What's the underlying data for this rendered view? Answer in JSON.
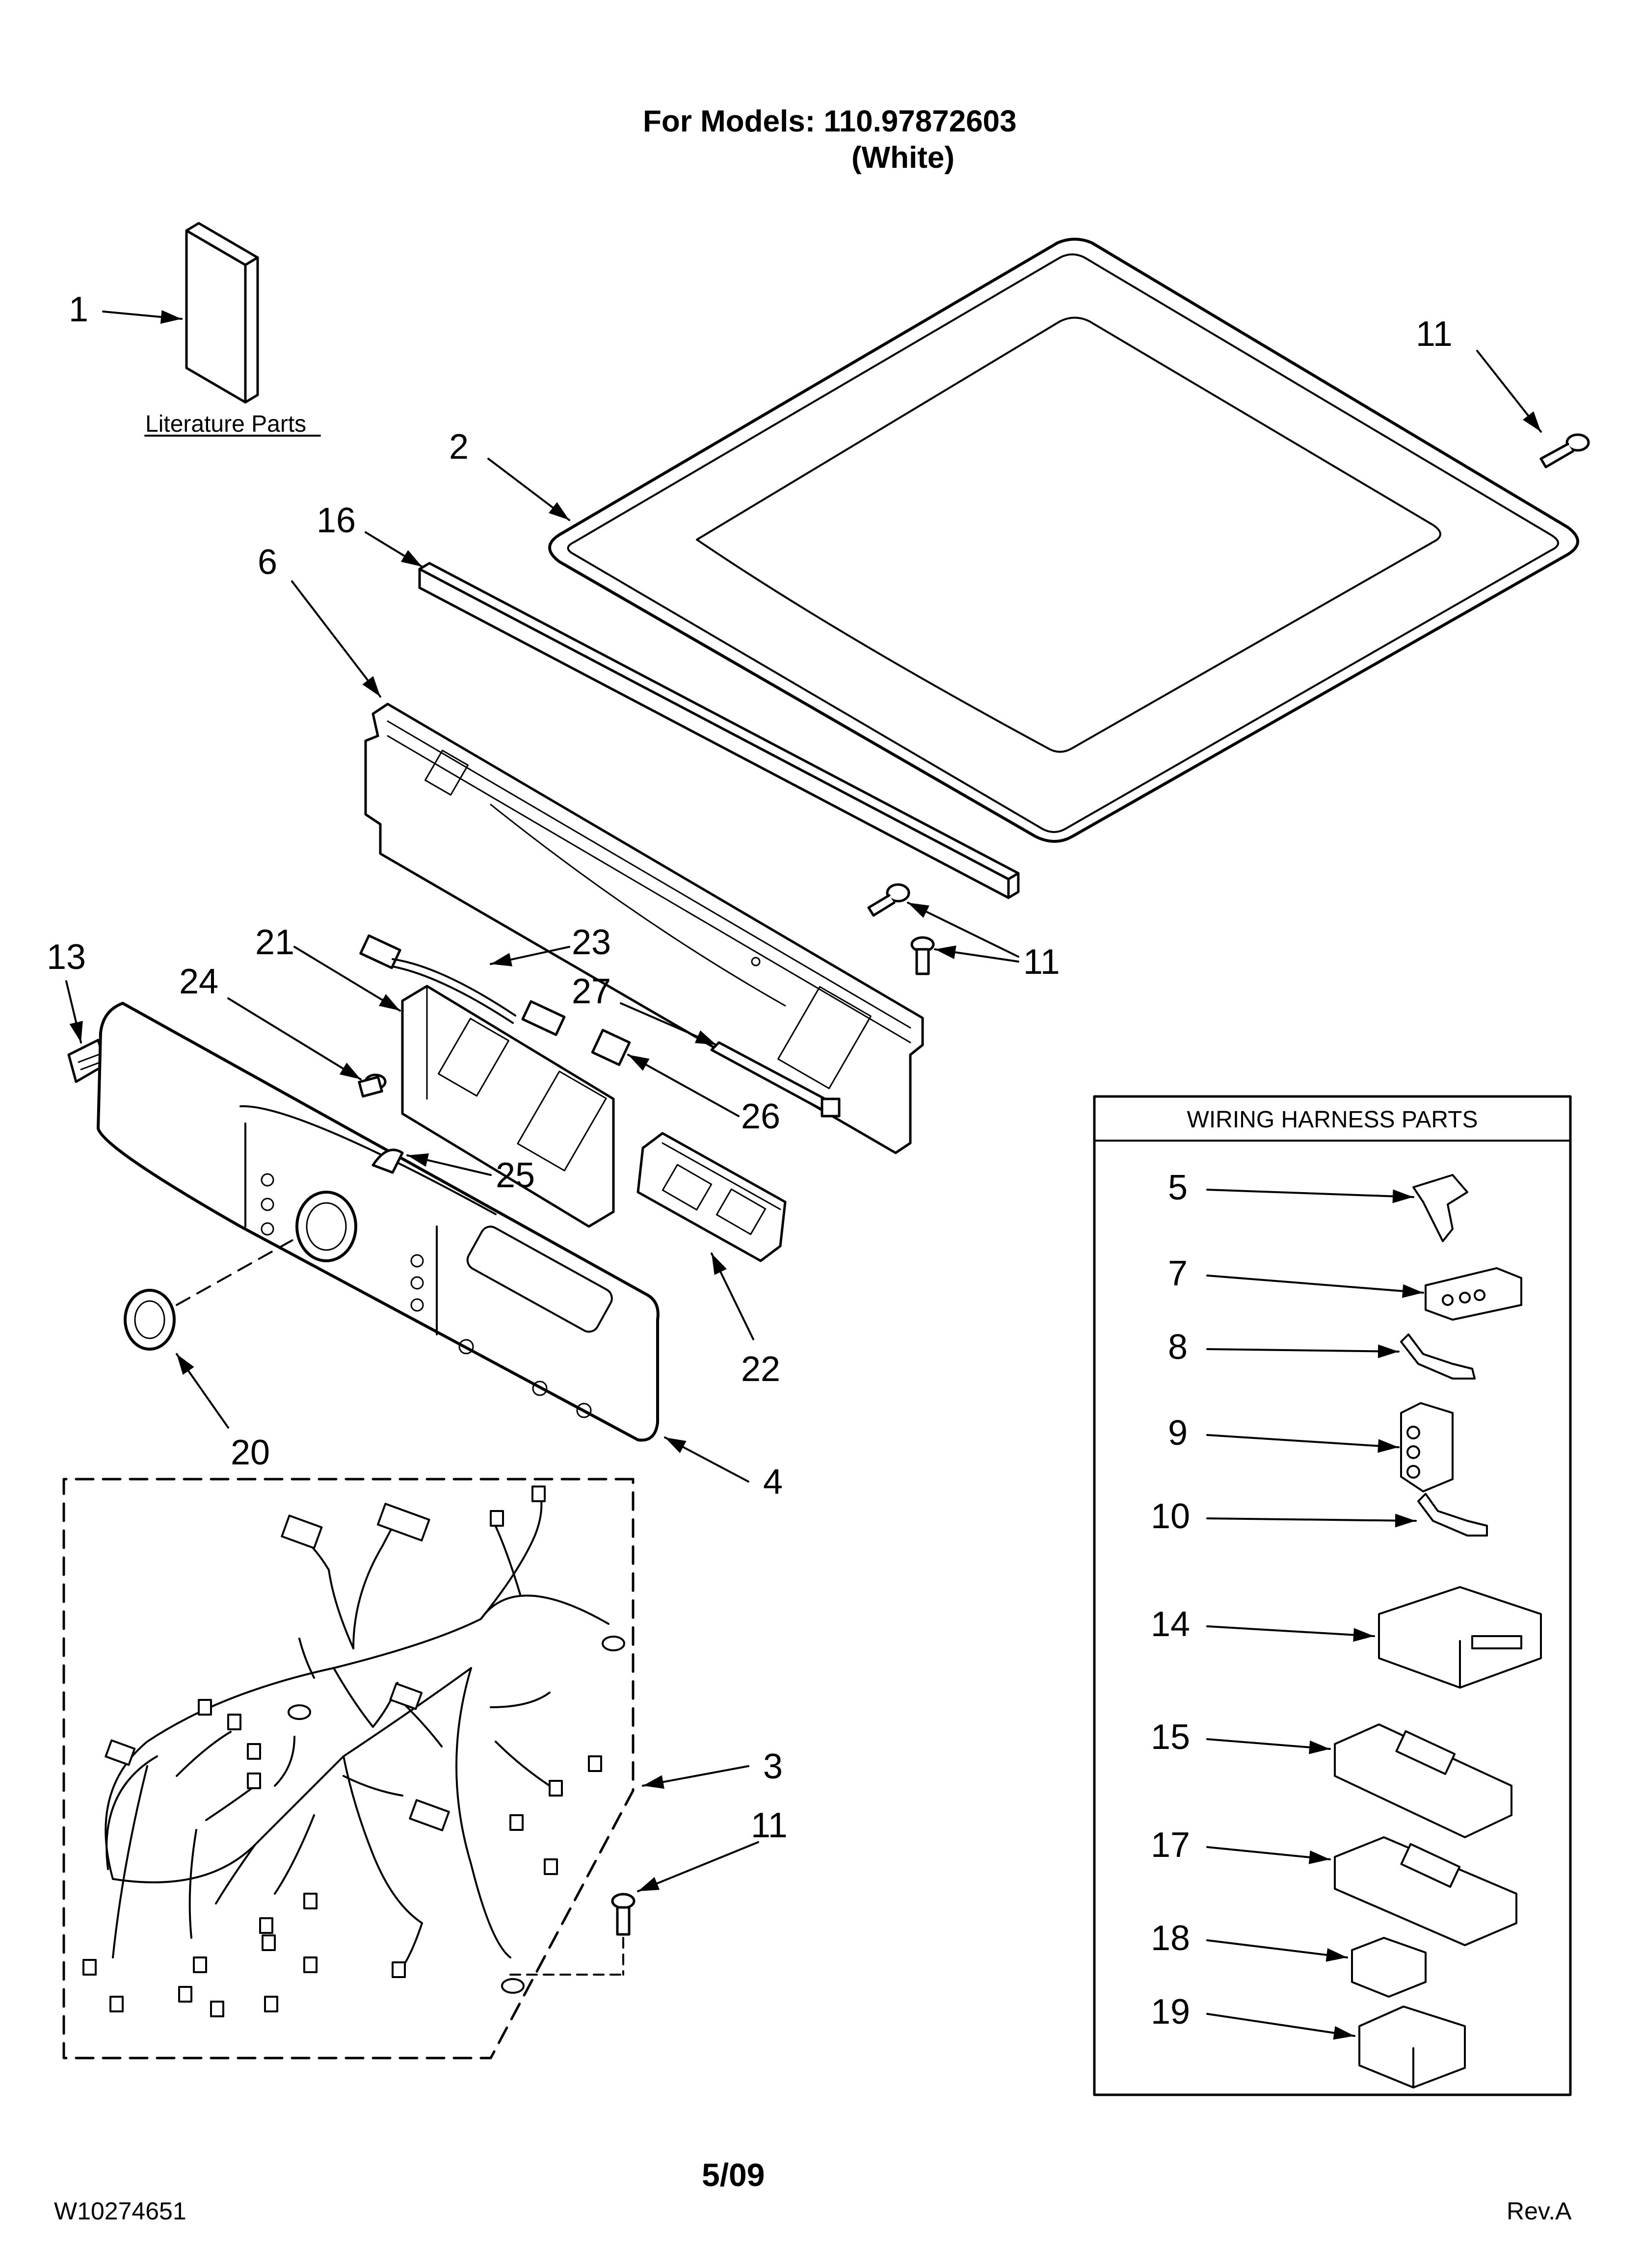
{
  "header": {
    "models_line": "For Models: 110.97872603",
    "color_line": "(White)"
  },
  "literature_label": "Literature Parts",
  "wiring_box": {
    "title": "WIRING HARNESS PARTS"
  },
  "callouts": [
    {
      "id": "c1",
      "text": "1"
    },
    {
      "id": "c2",
      "text": "2"
    },
    {
      "id": "c3",
      "text": "3"
    },
    {
      "id": "c4",
      "text": "4"
    },
    {
      "id": "c5",
      "text": "5"
    },
    {
      "id": "c6",
      "text": "6"
    },
    {
      "id": "c7",
      "text": "7"
    },
    {
      "id": "c8",
      "text": "8"
    },
    {
      "id": "c9",
      "text": "9"
    },
    {
      "id": "c10",
      "text": "10"
    },
    {
      "id": "c11a",
      "text": "11"
    },
    {
      "id": "c11b",
      "text": "11"
    },
    {
      "id": "c11c",
      "text": "11"
    },
    {
      "id": "c13",
      "text": "13"
    },
    {
      "id": "c14",
      "text": "14"
    },
    {
      "id": "c15",
      "text": "15"
    },
    {
      "id": "c16",
      "text": "16"
    },
    {
      "id": "c17",
      "text": "17"
    },
    {
      "id": "c18",
      "text": "18"
    },
    {
      "id": "c19",
      "text": "19"
    },
    {
      "id": "c20",
      "text": "20"
    },
    {
      "id": "c21",
      "text": "21"
    },
    {
      "id": "c22",
      "text": "22"
    },
    {
      "id": "c23",
      "text": "23"
    },
    {
      "id": "c24",
      "text": "24"
    },
    {
      "id": "c25",
      "text": "25"
    },
    {
      "id": "c26",
      "text": "26"
    },
    {
      "id": "c27",
      "text": "27"
    }
  ],
  "footer": {
    "doc_number": "W10274651",
    "date": "5/09",
    "revision": "Rev.A"
  }
}
